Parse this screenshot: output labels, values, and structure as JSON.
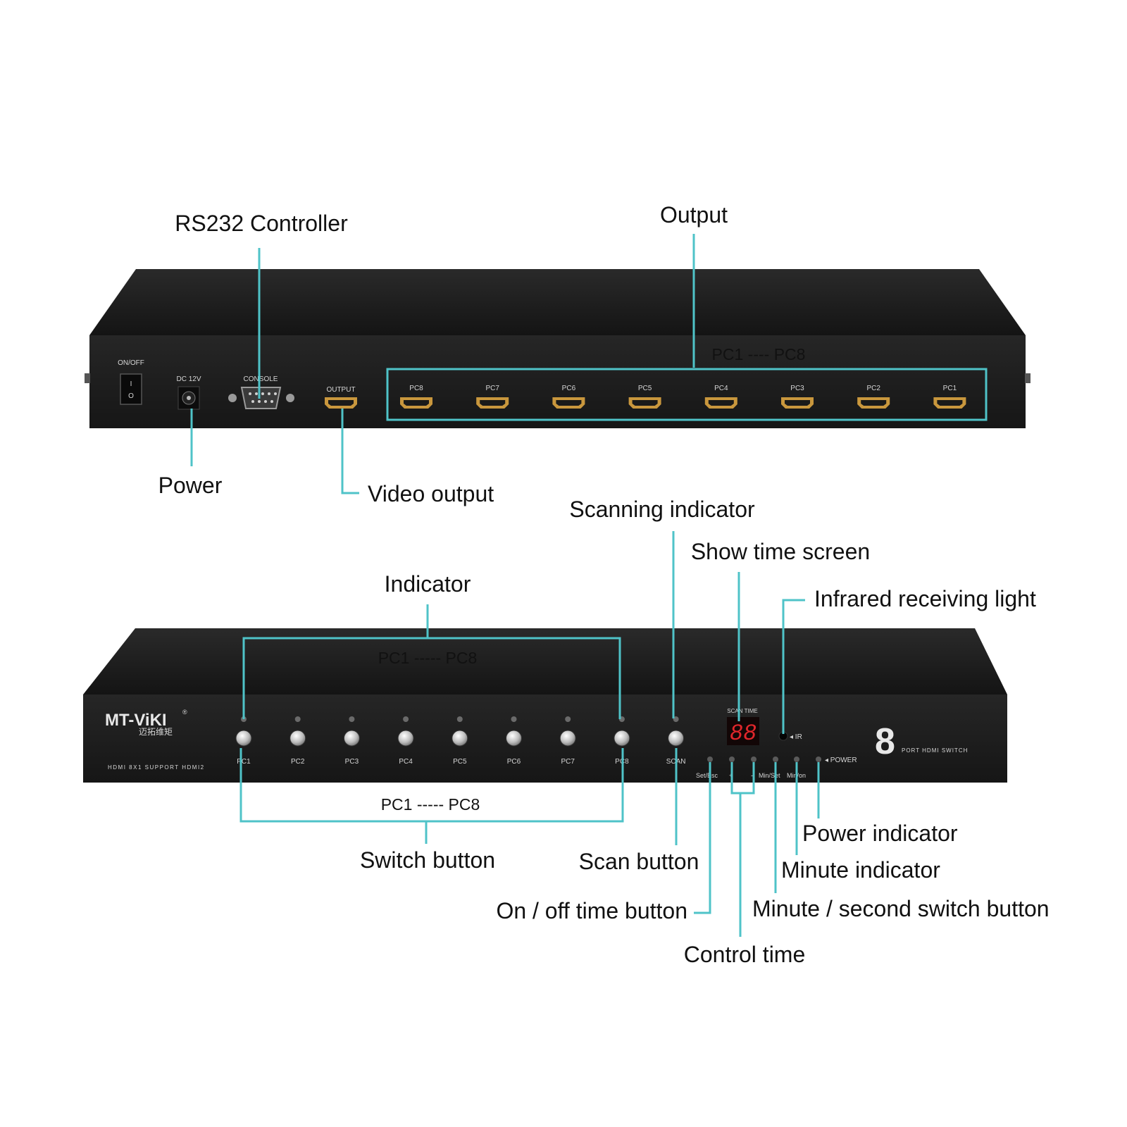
{
  "callouts": {
    "rs232": "RS232 Controller",
    "output": "Output",
    "power": "Power",
    "video_output": "Video output",
    "pc_range_rear": "PC1 ---- PC8",
    "scanning_indicator": "Scanning indicator",
    "show_time_screen": "Show time screen",
    "infrared": "Infrared receiving light",
    "indicator": "Indicator",
    "pc_range_top": "PC1 ----- PC8",
    "pc_range_bottom": "PC1 ----- PC8",
    "switch_button": "Switch button",
    "scan_button": "Scan button",
    "power_indicator": "Power indicator",
    "minute_indicator": "Minute indicator",
    "on_off_time_button": "On / off time button",
    "minute_second_switch": "Minute / second switch button",
    "control_time": "Control time"
  },
  "rear_panel": {
    "on_off": "ON/OFF",
    "switch_on": "I",
    "switch_off": "O",
    "dc": "DC 12V",
    "console": "CONSOLE",
    "output": "OUTPUT",
    "ports": [
      "PC8",
      "PC7",
      "PC6",
      "PC5",
      "PC4",
      "PC3",
      "PC2",
      "PC1"
    ]
  },
  "front_panel": {
    "brand": "MT-ViKI",
    "brand_mark": "®",
    "brand_cn": "迈拓维矩",
    "model_line": "HDMI 8X1 SUPPORT HDMI2",
    "buttons": [
      "PC1",
      "PC2",
      "PC3",
      "PC4",
      "PC5",
      "PC6",
      "PC7",
      "PC8",
      "SCAN"
    ],
    "scan_time": "SCAN TIME",
    "display": "88",
    "ir": "◂ IR",
    "power": "◂ POWER",
    "set_esc": "Set/Esc",
    "plus": "+",
    "minus": "-",
    "min_set": "Min/Set",
    "min_on": "Min/on",
    "big_number": "8",
    "port_switch": "PORT HDMI SWITCH"
  },
  "colors": {
    "leader": "#4fc3c8",
    "chassis": "#1b1b1b",
    "hdmi_gold": "#c9973d",
    "display_red": "#e0262b"
  }
}
